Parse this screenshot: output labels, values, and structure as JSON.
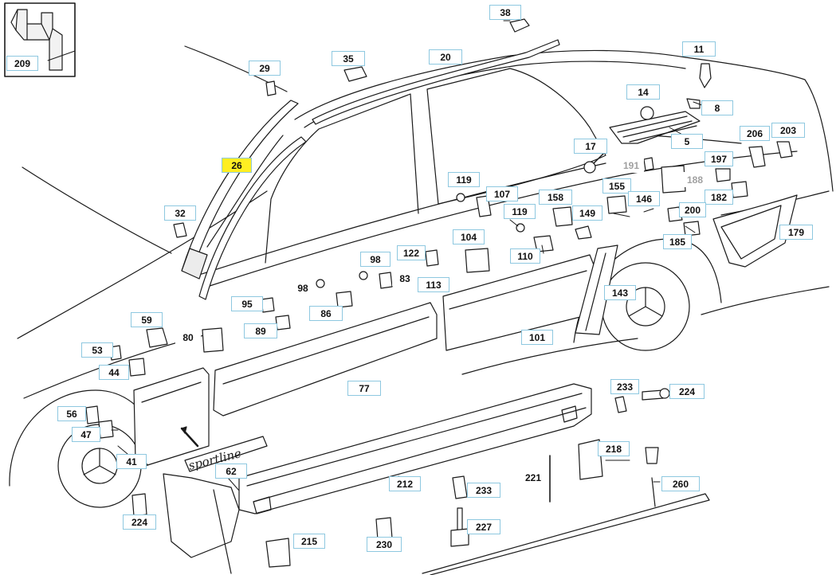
{
  "colors": {
    "line": "#1a1a1a",
    "callout_border": "#8ec8e0",
    "highlight": "#ffee22",
    "grey_label": "#a0a0a0"
  },
  "emblem_text": "sportline",
  "callouts": [
    {
      "id": "209",
      "label": "209"
    },
    {
      "id": "38",
      "label": "38"
    },
    {
      "id": "29",
      "label": "29"
    },
    {
      "id": "35",
      "label": "35"
    },
    {
      "id": "20",
      "label": "20"
    },
    {
      "id": "11",
      "label": "11"
    },
    {
      "id": "14",
      "label": "14"
    },
    {
      "id": "8",
      "label": "8"
    },
    {
      "id": "5",
      "label": "5"
    },
    {
      "id": "206",
      "label": "206"
    },
    {
      "id": "203",
      "label": "203"
    },
    {
      "id": "17",
      "label": "17"
    },
    {
      "id": "191",
      "label": "191",
      "muted": true
    },
    {
      "id": "188",
      "label": "188",
      "muted": true
    },
    {
      "id": "197",
      "label": "197"
    },
    {
      "id": "26",
      "label": "26",
      "highlighted": true
    },
    {
      "id": "119a",
      "label": "119"
    },
    {
      "id": "107",
      "label": "107"
    },
    {
      "id": "155",
      "label": "155"
    },
    {
      "id": "146",
      "label": "146"
    },
    {
      "id": "182",
      "label": "182"
    },
    {
      "id": "158",
      "label": "158"
    },
    {
      "id": "32",
      "label": "32"
    },
    {
      "id": "119b",
      "label": "119"
    },
    {
      "id": "149",
      "label": "149"
    },
    {
      "id": "200",
      "label": "200"
    },
    {
      "id": "179",
      "label": "179"
    },
    {
      "id": "185",
      "label": "185"
    },
    {
      "id": "104",
      "label": "104"
    },
    {
      "id": "110",
      "label": "110"
    },
    {
      "id": "122",
      "label": "122"
    },
    {
      "id": "98a",
      "label": "98"
    },
    {
      "id": "83",
      "label": "83"
    },
    {
      "id": "113",
      "label": "113"
    },
    {
      "id": "98b",
      "label": "98"
    },
    {
      "id": "143",
      "label": "143"
    },
    {
      "id": "95",
      "label": "95"
    },
    {
      "id": "86",
      "label": "86"
    },
    {
      "id": "59",
      "label": "59"
    },
    {
      "id": "89",
      "label": "89"
    },
    {
      "id": "80",
      "label": "80"
    },
    {
      "id": "101",
      "label": "101"
    },
    {
      "id": "53",
      "label": "53"
    },
    {
      "id": "44",
      "label": "44"
    },
    {
      "id": "77",
      "label": "77"
    },
    {
      "id": "233a",
      "label": "233"
    },
    {
      "id": "224a",
      "label": "224"
    },
    {
      "id": "56",
      "label": "56"
    },
    {
      "id": "47",
      "label": "47"
    },
    {
      "id": "218",
      "label": "218"
    },
    {
      "id": "41",
      "label": "41"
    },
    {
      "id": "62",
      "label": "62"
    },
    {
      "id": "221",
      "label": "221"
    },
    {
      "id": "212",
      "label": "212"
    },
    {
      "id": "233b",
      "label": "233"
    },
    {
      "id": "260",
      "label": "260"
    },
    {
      "id": "224b",
      "label": "224"
    },
    {
      "id": "227",
      "label": "227"
    },
    {
      "id": "215",
      "label": "215"
    },
    {
      "id": "230",
      "label": "230"
    }
  ]
}
